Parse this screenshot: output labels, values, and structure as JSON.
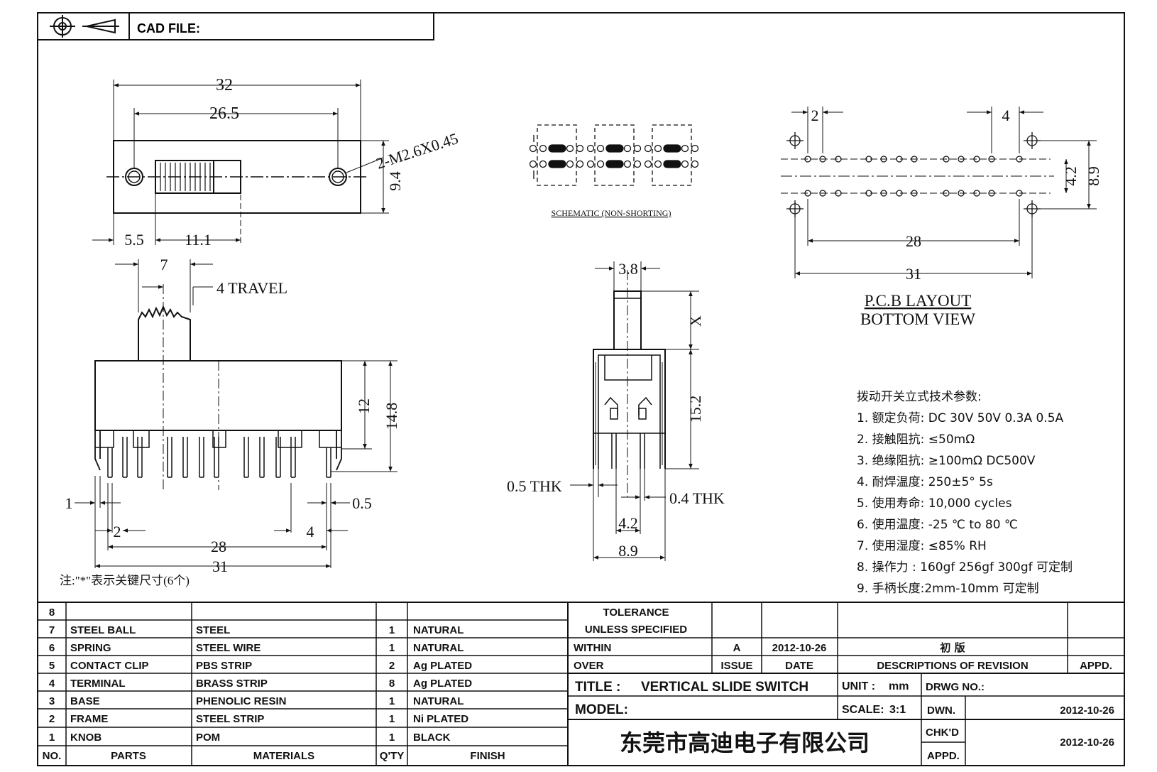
{
  "header": {
    "cad_file_label": "CAD FILE:"
  },
  "top_view": {
    "dim_overall": "32",
    "dim_hole_pitch": "26.5",
    "dim_height": "9.4",
    "dim_left_offset": "5.5",
    "dim_knob_offset": "11.1",
    "screw_note": "2-M2.6X0.45"
  },
  "side_view": {
    "dim_knob_width": "7",
    "travel_label": "4 TRAVEL",
    "dim_body_height": "12",
    "dim_total_height": "14.8",
    "dim_pin_width": "1",
    "dim_pin_thk": "0.5",
    "dim_pitch_small": "2",
    "dim_pitch_large": "4",
    "dim_28": "28",
    "dim_31": "31",
    "note": "注:\"*\"表示关键尺寸(6个)"
  },
  "schematic": {
    "caption": "SCHEMATIC (NON-SHORTING)"
  },
  "end_view": {
    "dim_knob": "3.8",
    "dim_x": "X",
    "dim_height": "15.2",
    "thk_left": "0.5 THK",
    "thk_right": "0.4 THK",
    "dim_42": "4.2",
    "dim_89": "8.9"
  },
  "pcb": {
    "dim_2": "2",
    "dim_4": "4",
    "dim_42": "4.2",
    "dim_89": "8.9",
    "dim_28": "28",
    "dim_31": "31",
    "title": "P.C.B LAYOUT",
    "subtitle": "BOTTOM VIEW"
  },
  "specs": {
    "heading": "拨动开关立式技术参数:",
    "items": [
      "1.  额定负荷: DC 30V    50V    0.3A    0.5A",
      "2.  接触阻抗: ≤50mΩ",
      "3.  绝缘阻抗: ≥100mΩ   DC500V",
      "4.  耐焊温度: 250±5°   5s",
      "5.  使用寿命: 10,000 cycles",
      "6.  使用温度: -25 ℃  to 80 ℃",
      "7.  使用湿度: ≤85% RH",
      "8.  操作力 : 160gf    256gf    300gf   可定制",
      "9.  手柄长度:2mm-10mm   可定制"
    ]
  },
  "bom": {
    "headers": {
      "no": "NO.",
      "parts": "PARTS",
      "materials": "MATERIALS",
      "qty": "Q'TY",
      "finish": "FINISH"
    },
    "rows": [
      {
        "no": "8",
        "part": "",
        "material": "",
        "qty": "",
        "finish": ""
      },
      {
        "no": "7",
        "part": "STEEL BALL",
        "material": "STEEL",
        "qty": "1",
        "finish": "NATURAL"
      },
      {
        "no": "6",
        "part": "SPRING",
        "material": "STEEL WIRE",
        "qty": "1",
        "finish": "NATURAL"
      },
      {
        "no": "5",
        "part": "CONTACT CLIP",
        "material": "PBS STRIP",
        "qty": "2",
        "finish": "Ag PLATED"
      },
      {
        "no": "4",
        "part": "TERMINAL",
        "material": "BRASS STRIP",
        "qty": "8",
        "finish": "Ag PLATED"
      },
      {
        "no": "3",
        "part": "BASE",
        "material": "PHENOLIC RESIN",
        "qty": "1",
        "finish": "NATURAL"
      },
      {
        "no": "2",
        "part": "FRAME",
        "material": "STEEL STRIP",
        "qty": "1",
        "finish": "Ni PLATED"
      },
      {
        "no": "1",
        "part": "KNOB",
        "material": "POM",
        "qty": "1",
        "finish": "BLACK"
      }
    ]
  },
  "title_block": {
    "tolerance": "TOLERANCE",
    "unless_specified": "UNLESS   SPECIFIED",
    "within": "WITHIN",
    "over": "OVER",
    "rev_issue": "A",
    "rev_date": "2012-10-26",
    "rev_desc": "初   版",
    "col_issue": "ISSUE",
    "col_date": "DATE",
    "col_desc": "DESCRIPTIONS OF REVISION",
    "col_appd": "APPD.",
    "title_label": "TITLE :",
    "title_value": "VERTICAL  SLIDE  SWITCH",
    "unit_label": "UNIT :",
    "unit_value": "mm",
    "drwg_no": "DRWG NO.:",
    "model_label": "MODEL:",
    "scale_label": "SCALE:",
    "scale_value": "3:1",
    "dwn": "DWN.",
    "dwn_date": "2012-10-26",
    "chkd": "CHK'D",
    "chkd_date": "2012-10-26",
    "appd": "APPD.",
    "company": "东莞市高迪电子有限公司"
  }
}
